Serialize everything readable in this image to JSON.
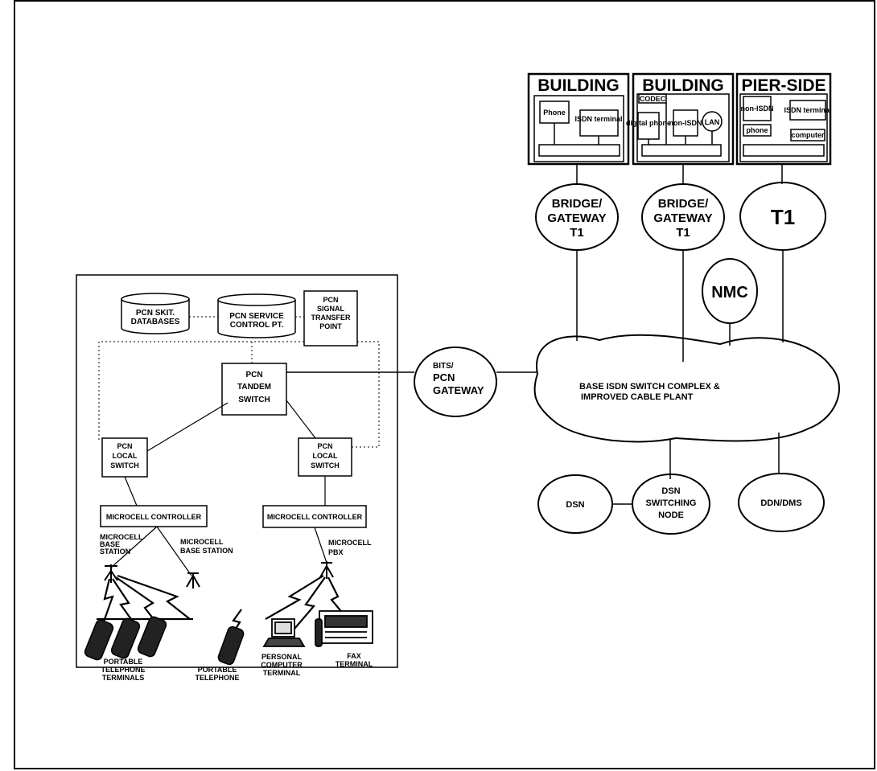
{
  "buildings": [
    {
      "title": "BUILDING",
      "boxes": [
        "Phone",
        "ISDN terminal"
      ]
    },
    {
      "title": "BUILDING",
      "boxes": [
        "CODEC",
        "digital phone",
        "non-ISDN",
        "LAN"
      ]
    },
    {
      "title": "PIER-SIDE",
      "boxes": [
        "non-ISDN",
        "ISDN terminal",
        "phone",
        "computer"
      ]
    }
  ],
  "gateways": [
    {
      "lines": [
        "BRIDGE/",
        "GATEWAY",
        "T1"
      ]
    },
    {
      "lines": [
        "BRIDGE/",
        "GATEWAY",
        "T1"
      ]
    },
    {
      "lines": [
        "T1"
      ]
    }
  ],
  "nmc": "NMC",
  "cloud": {
    "line1": "BASE ISDN SWITCH COMPLEX &",
    "line2": "IMPROVED CABLE PLANT"
  },
  "pcn_gateway": [
    "BITS/",
    "PCN",
    "GATEWAY"
  ],
  "dsn": "DSN",
  "dsn_node": [
    "DSN",
    "SWITCHING",
    "NODE"
  ],
  "ddn": "DDN/DMS",
  "pcn": {
    "db1": [
      "PCN SKIT.",
      "DATABASES"
    ],
    "db2": [
      "PCN SERVICE",
      "CONTROL PT."
    ],
    "stp": [
      "PCN",
      "SIGNAL",
      "TRANSFER",
      "POINT"
    ],
    "tandem": [
      "PCN",
      "TANDEM",
      "SWITCH"
    ],
    "local1": [
      "PCN",
      "LOCAL",
      "SWITCH"
    ],
    "local2": [
      "PCN",
      "LOCAL",
      "SWITCH"
    ],
    "mc1": "MICROCELL CONTROLLER",
    "mc2": "MICROCELL CONTROLLER",
    "mc_base1": [
      "MICROCELL",
      "BASE",
      "STATION"
    ],
    "mc_base2": [
      "MICROCELL",
      "BASE STATION"
    ],
    "mc_pbx": [
      "MICROCELL",
      "PBX"
    ],
    "portable_phones": [
      "PORTABLE",
      "TELEPHONE",
      "TERMINALS"
    ],
    "portable_phone": [
      "PORTABLE",
      "TELEPHONE"
    ],
    "pc": [
      "PERSONAL",
      "COMPUTER",
      "TERMINAL"
    ],
    "fax": [
      "FAX",
      "TERMINAL"
    ]
  }
}
